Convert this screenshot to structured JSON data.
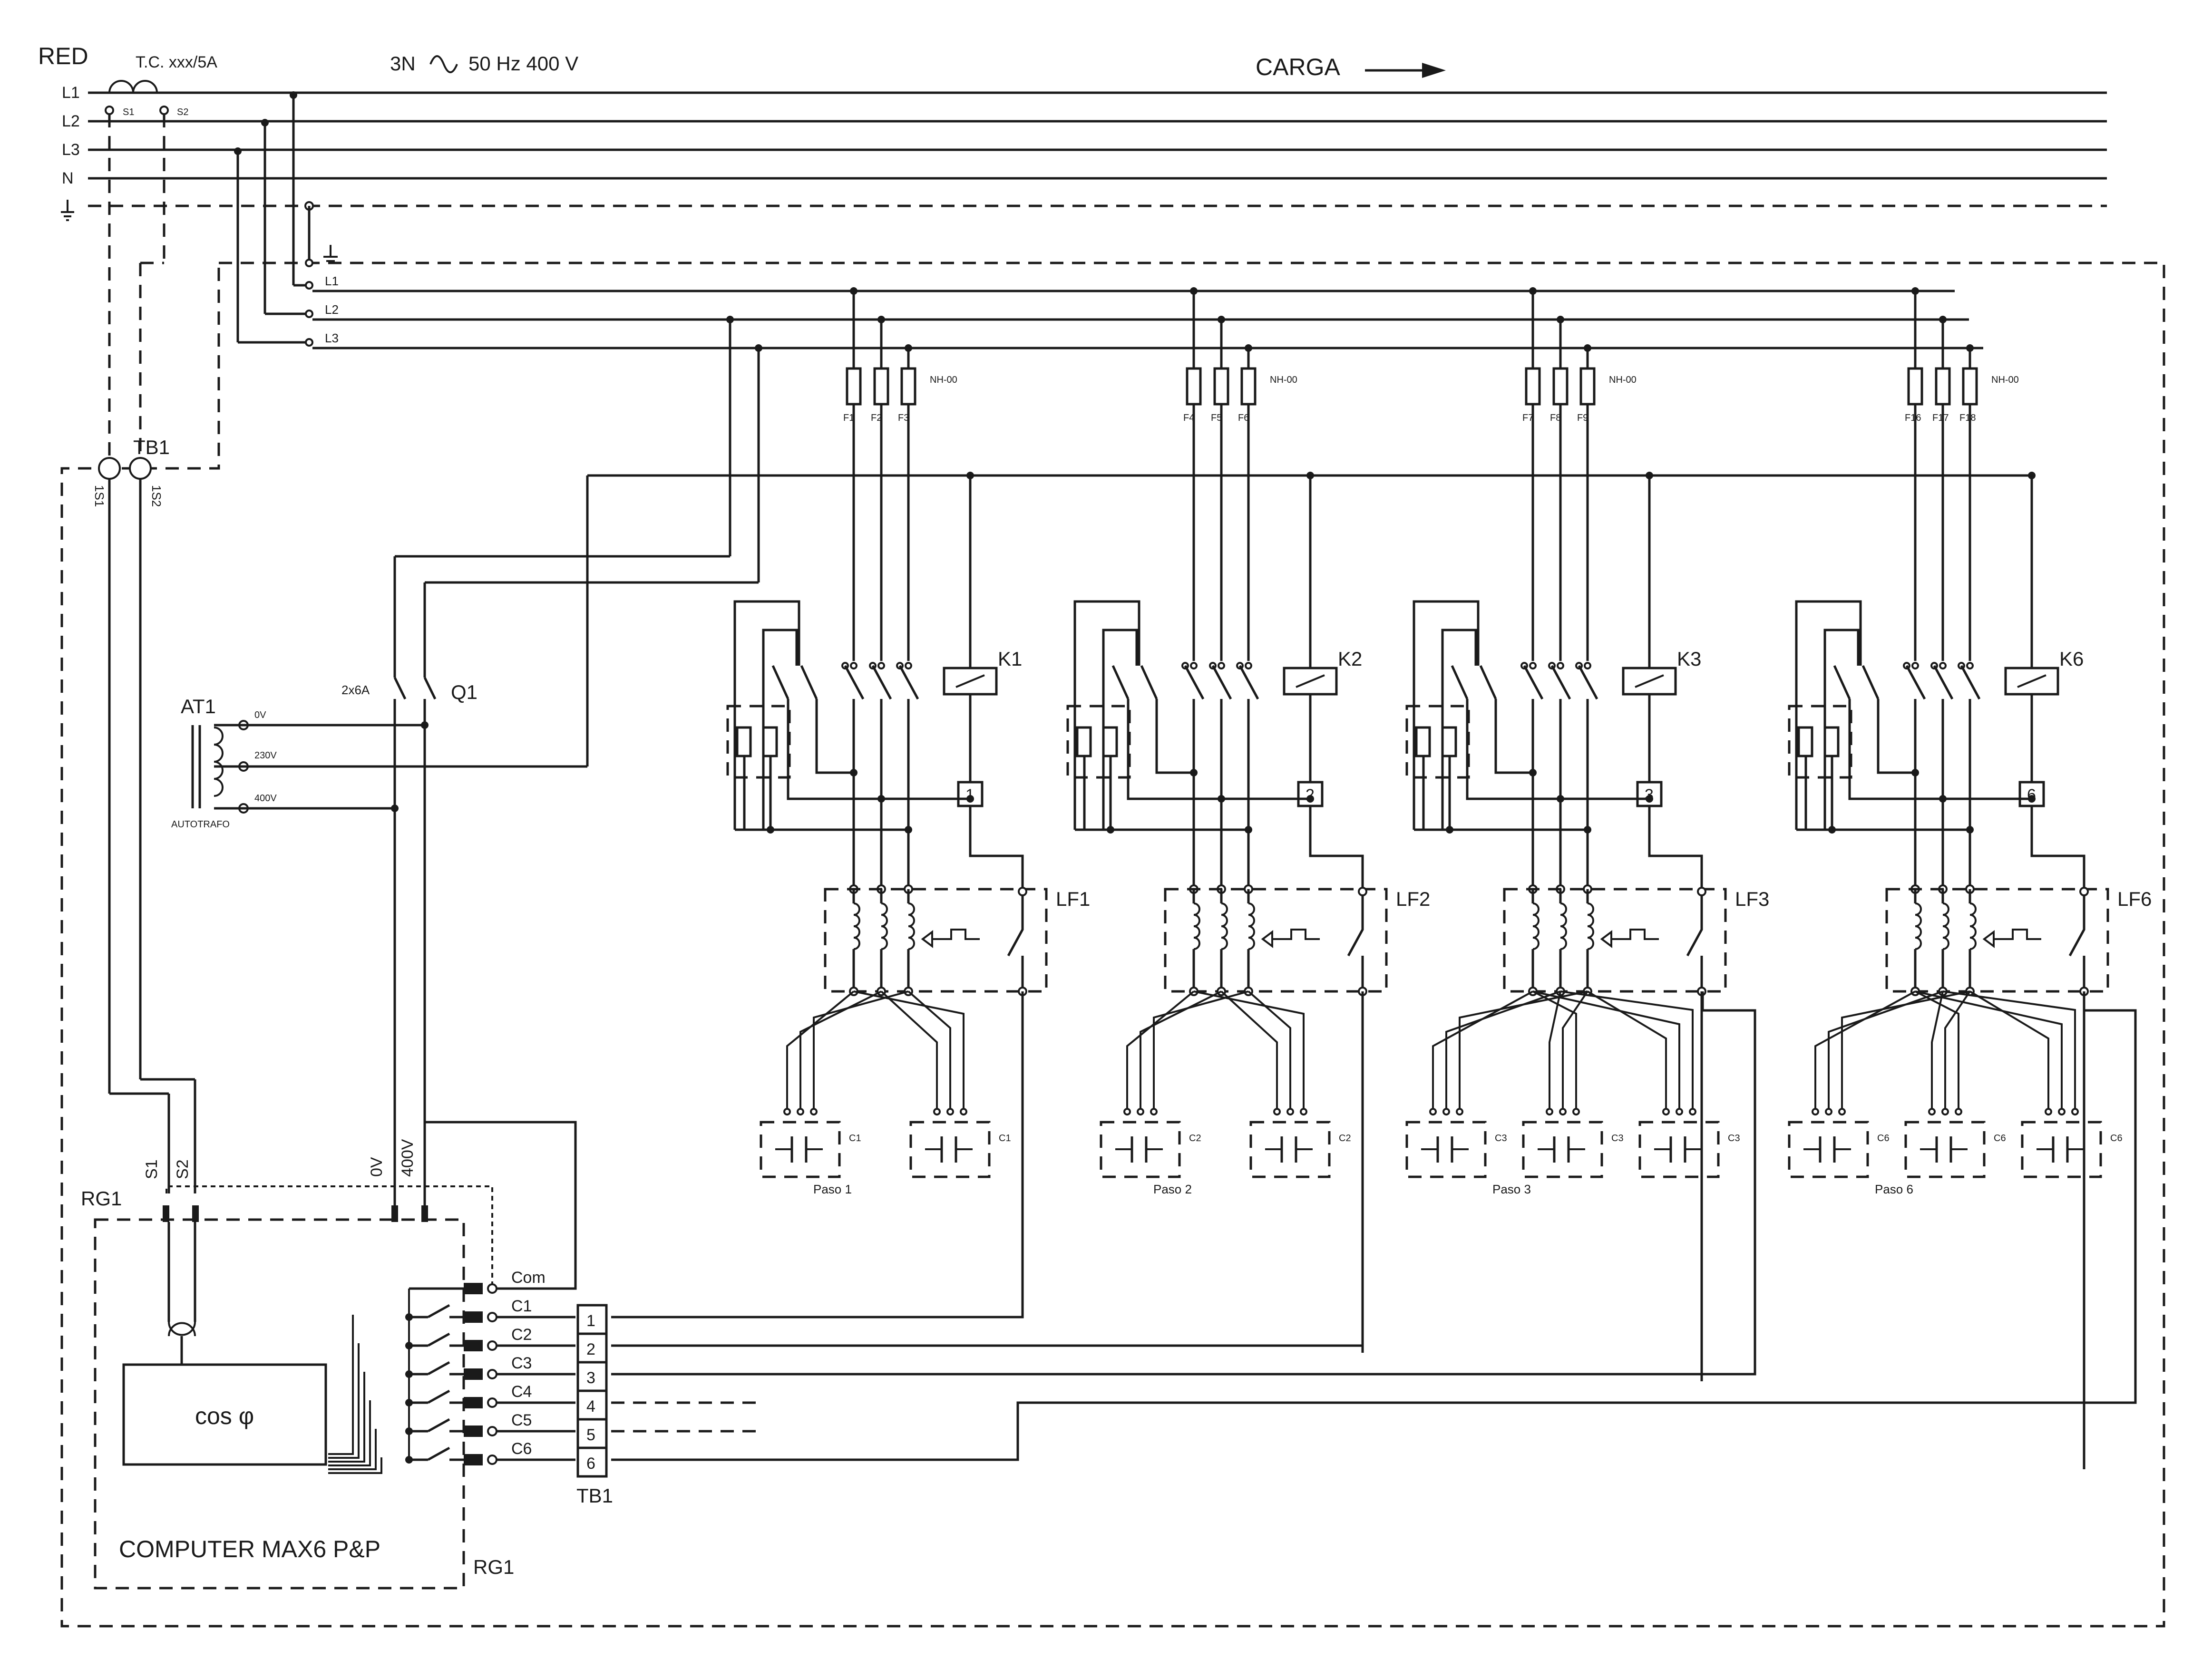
{
  "supply": {
    "network": "RED",
    "ct": "T.C. xxx/5A",
    "ct_s1": "S1",
    "ct_s2": "S2",
    "system": "3N",
    "rating": "50 Hz 400 V",
    "load": "CARGA",
    "lines": [
      "L1",
      "L2",
      "L3",
      "N"
    ],
    "earth_icon": "earth-symbol"
  },
  "panel_feed": {
    "lines": [
      "L1",
      "L2",
      "L3"
    ],
    "earth_icon": "earth-symbol"
  },
  "tb1_top": {
    "label": "TB1",
    "s1": "1S1",
    "s2": "1S2"
  },
  "at1": {
    "label": "AT1",
    "name": "AUTOTRAFO",
    "taps": [
      "0V",
      "230V",
      "400V"
    ]
  },
  "q1": {
    "label": "Q1",
    "rating": "2x6A"
  },
  "fuse_type": "NH-00",
  "steps": [
    {
      "contactor": "K1",
      "filter": "LF1",
      "term": "1",
      "fuses": [
        "F1",
        "F2",
        "F3"
      ],
      "cap": "C1",
      "name": "Paso 1",
      "caps": 2
    },
    {
      "contactor": "K2",
      "filter": "LF2",
      "term": "2",
      "fuses": [
        "F4",
        "F5",
        "F6"
      ],
      "cap": "C2",
      "name": "Paso 2",
      "caps": 2
    },
    {
      "contactor": "K3",
      "filter": "LF3",
      "term": "3",
      "fuses": [
        "F7",
        "F8",
        "F9"
      ],
      "cap": "C3",
      "name": "Paso 3",
      "caps": 3
    },
    {
      "contactor": "K6",
      "filter": "LF6",
      "term": "6",
      "fuses": [
        "F16",
        "F17",
        "F18"
      ],
      "cap": "C6",
      "name": "Paso 6",
      "caps": 3
    }
  ],
  "regulator": {
    "label": "RG1",
    "model": "COMPUTER MAX6 P&P",
    "meter": "cos φ",
    "inputs": [
      "S1",
      "S2",
      "0V",
      "400V"
    ],
    "outputs": [
      "Com",
      "C1",
      "C2",
      "C3",
      "C4",
      "C5",
      "C6"
    ]
  },
  "tb1": {
    "label": "TB1",
    "terminals": [
      "1",
      "2",
      "3",
      "4",
      "5",
      "6"
    ]
  }
}
